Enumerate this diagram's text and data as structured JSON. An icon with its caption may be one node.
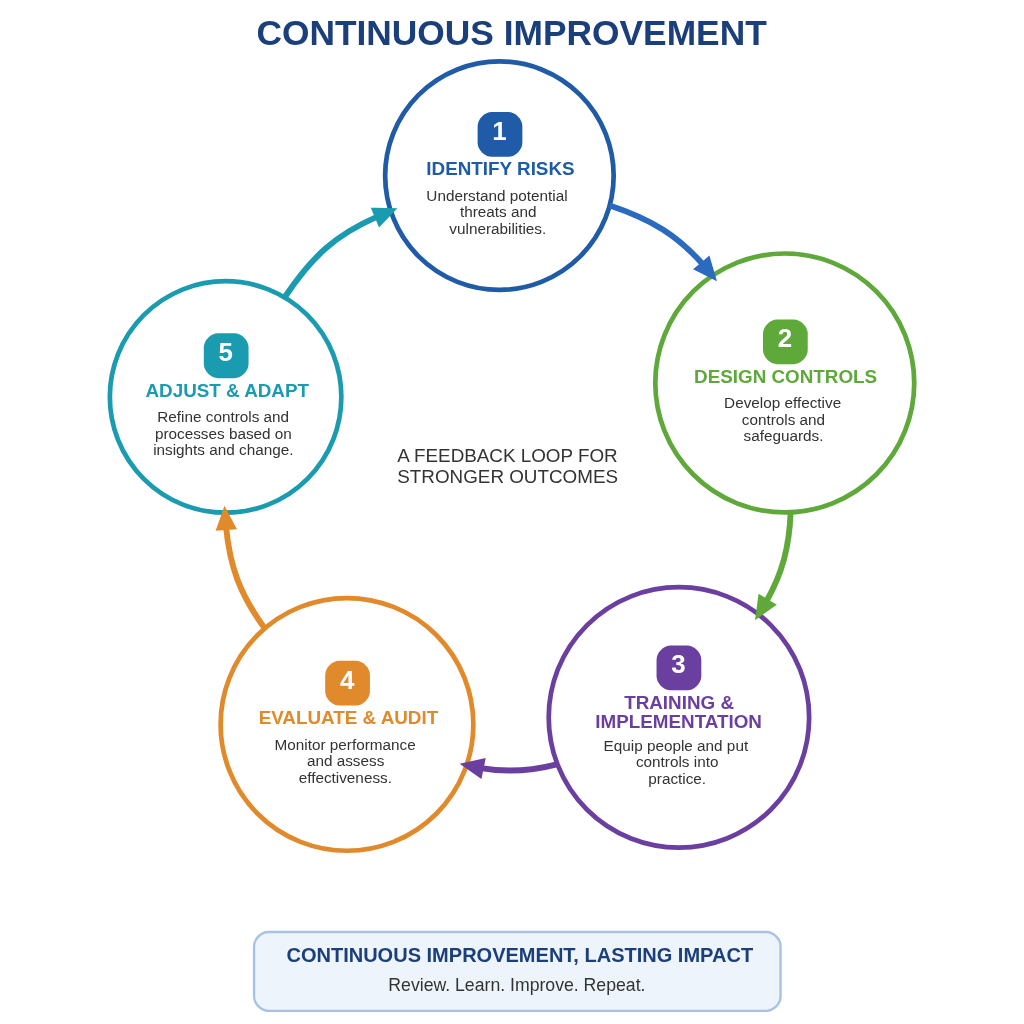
{
  "diagram": {
    "title": "CONTINUOUS IMPROVEMENT",
    "nodes": [
      {
        "text": [
          "1",
          "IDENTIFY RISKS",
          "Understand potential threats and vulnerabilities."
        ]
      },
      {
        "text": [
          "2",
          "DESIGN CONTROLS",
          "Develop effective controls and safeguards."
        ]
      },
      {
        "text": [
          "3",
          "TRAINING & IMPLEMENTATION",
          "Equip people and put controls into practice."
        ]
      },
      {
        "text": [
          "4",
          "EVALUATE & AUDIT",
          "Monitor performance and assess effectiveness."
        ]
      },
      {
        "text": [
          "5",
          "ADJUST & ADAPT",
          "Refine controls and processes based on insights and change."
        ]
      },
      {
        "text": [
          "CONTINUOUS IMPROVEMENT, LASTING IMPACT",
          "Review. Learn. Improve. Repeat."
        ]
      }
    ],
    "edges": [
      {
        "from": 0,
        "to": 1,
        "arrow": "to",
        "color": "#2a6bc0"
      },
      {
        "from": 1,
        "to": 2,
        "arrow": "to",
        "color": "#5fa83a"
      },
      {
        "from": 2,
        "to": 3,
        "arrow": "to",
        "color": "#6b3fa0"
      },
      {
        "from": 3,
        "to": 4,
        "arrow": "to",
        "color": "#e08a2b"
      },
      {
        "from": 4,
        "to": 0,
        "arrow": "to",
        "color": "#1b9bb0"
      }
    ],
    "labels": [
      "A FEEDBACK LOOP FOR STRONGER OUTCOMES"
    ]
  }
}
